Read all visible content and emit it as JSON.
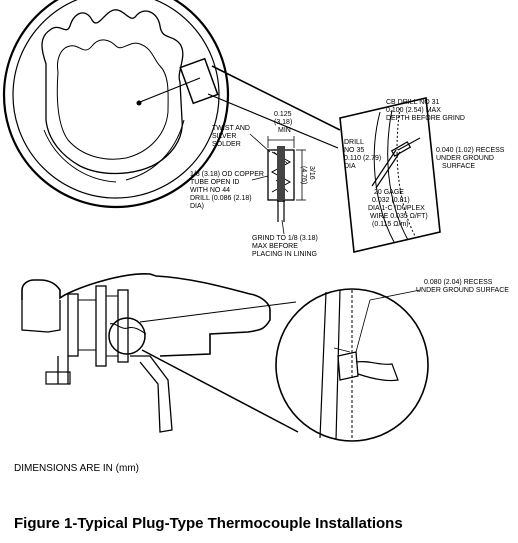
{
  "annotations": {
    "twist_solder": [
      "TWIST AND",
      "SILVER",
      "SOLDER"
    ],
    "dim_0125": [
      "0.125",
      "(3.18)",
      "MIN"
    ],
    "dim_316": [
      "3/16",
      "(4.76)"
    ],
    "copper_tube": [
      "1/8 (3.18) OD COPPER",
      "TUBE OPEN ID",
      "WITH NO 44",
      "DRILL (0.086 (2.18)",
      "DIA)"
    ],
    "grind": [
      "GRIND TO 1/8 (3.18)",
      "MAX BEFORE",
      "PLACING IN LINING"
    ],
    "cb_drill": [
      "CB DRILL NO 31",
      "0.100 (2.54) MAX",
      "DEPTH BEFORE GRIND"
    ],
    "drill35": [
      "DRILL",
      "NO 35",
      "0.110 (2.79)",
      "DIA"
    ],
    "recess_040": [
      "0.040 (1.02) RECESS",
      "UNDER GROUND",
      "SURFACE"
    ],
    "gage": [
      "20 GAGE",
      "0.032 (0.81)",
      "DIA 1-C (DUPLEX",
      "WIRE 0.035 Ω/FT)",
      "(0.115 Ω/m)"
    ],
    "recess_080": [
      "0.080 (2.04) RECESS",
      "UNDER GROUND SURFACE"
    ]
  },
  "dimensions_note": "DIMENSIONS ARE IN (mm)",
  "caption": "Figure 1-Typical Plug-Type Thermocouple Installations"
}
